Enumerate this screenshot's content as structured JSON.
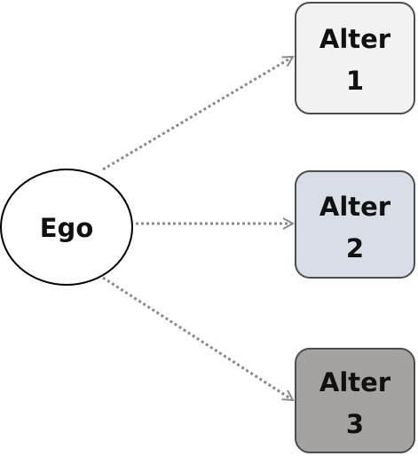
{
  "ego": {
    "label": "Ego",
    "fill": "#ffffff",
    "stroke": "#000000"
  },
  "alters": [
    {
      "label_line1": "Alter",
      "label_line2": "1",
      "fill": "#f2f2f2",
      "stroke": "#4d4d4d"
    },
    {
      "label_line1": "Alter",
      "label_line2": "2",
      "fill": "#d8dde6",
      "stroke": "#4d4d4d"
    },
    {
      "label_line1": "Alter",
      "label_line2": "3",
      "fill": "#a5a29f",
      "stroke": "#4d4d4d"
    }
  ],
  "edge_color": "#8a8a8a",
  "edge_style": "dotted-arrow"
}
